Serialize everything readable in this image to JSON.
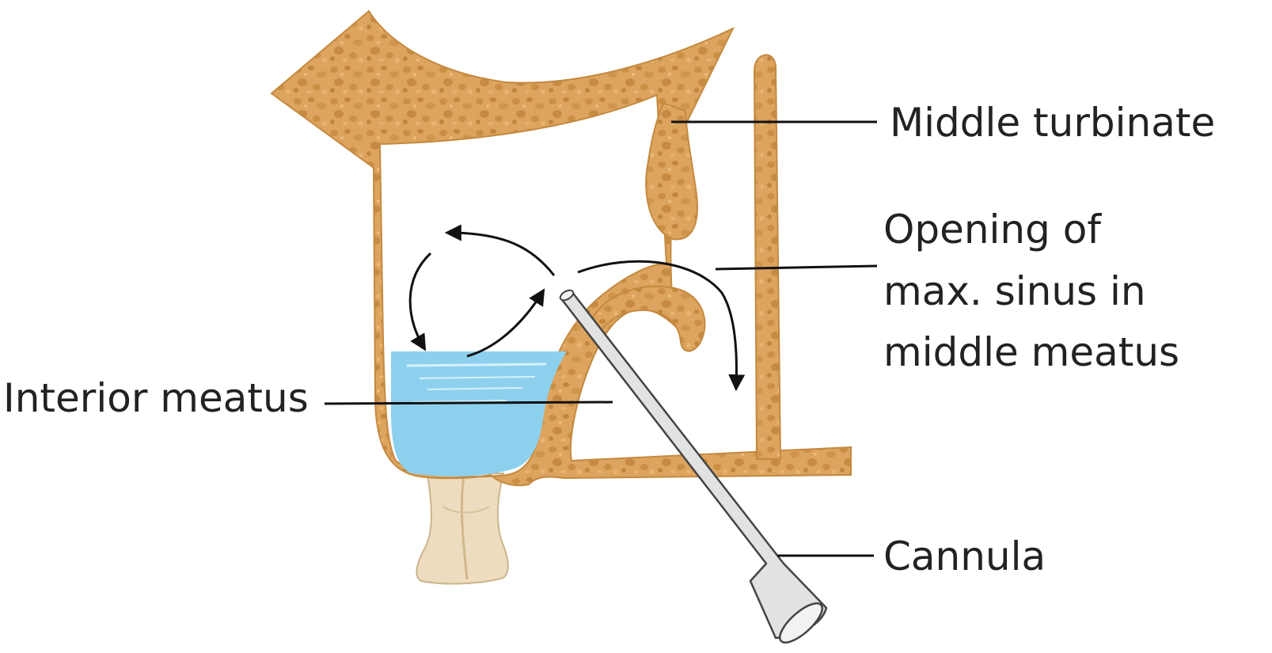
{
  "labels": {
    "middle_turbinate": "Middle turbinate",
    "opening_line1": "Opening of",
    "opening_line2": "max. sinus in",
    "opening_line3": "middle meatus",
    "interior_meatus": "Interior meatus",
    "cannula": "Cannula"
  },
  "colors": {
    "bone": "#dca45e",
    "bone_outline": "#c4893f",
    "bone_speckle": "#b9782f",
    "fluid": "#8dd0ee",
    "fluid_line": "#d6f0fb",
    "tooth": "#eddcbf",
    "cannula": "#e2e2e2",
    "cannula_outline": "#444444",
    "leader": "#111111",
    "arrow": "#111111",
    "text": "#222222"
  }
}
